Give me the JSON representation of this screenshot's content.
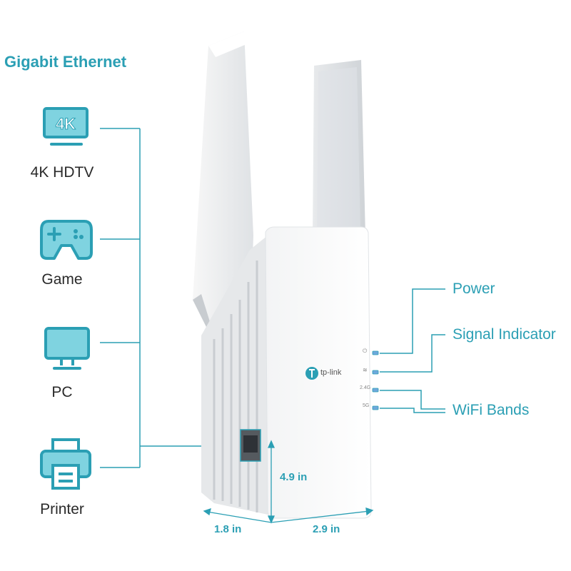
{
  "heading": "Gigabit Ethernet",
  "devices": [
    {
      "label": "4K HDTV",
      "icon": "tv-4k-icon",
      "badge": "4K"
    },
    {
      "label": "Game",
      "icon": "gamepad-icon"
    },
    {
      "label": "PC",
      "icon": "monitor-icon"
    },
    {
      "label": "Printer",
      "icon": "printer-icon"
    }
  ],
  "callouts": {
    "power": "Power",
    "signal": "Signal Indicator",
    "bands": "WiFi Bands"
  },
  "led_labels": {
    "power": "⏻",
    "signal": "≋",
    "band_24": "2.4G",
    "band_5": "5G"
  },
  "brand": "tp-link",
  "dimensions": {
    "height": "4.9 in",
    "depth": "1.8 in",
    "width": "2.9 in"
  },
  "colors": {
    "accent": "#2b9fb4",
    "icon_fill": "#7fd3e0",
    "device": "#f4f5f6"
  }
}
